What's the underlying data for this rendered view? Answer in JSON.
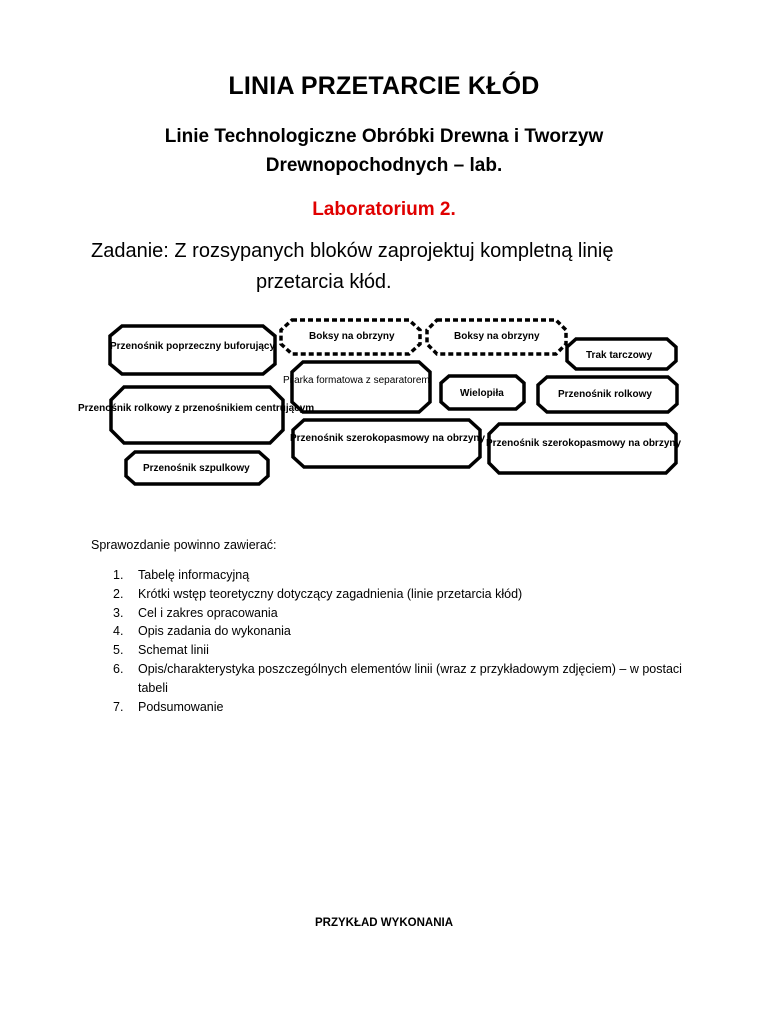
{
  "header": {
    "title": "LINIA PRZETARCIE KŁÓD",
    "subtitle": "Linie Technologiczne Obróbki Drewna i Tworzyw Drewnopochodnych – lab.",
    "lab": "Laboratorium 2."
  },
  "task": {
    "line1": "Zadanie: Z rozsypanych bloków zaprojektuj kompletną linię",
    "line2": "przetarcia kłód."
  },
  "diagram": {
    "blocks": [
      {
        "label": "Przenośnik poprzeczny buforujący"
      },
      {
        "label": "Boksy na obrzyny"
      },
      {
        "label": "Boksy na obrzyny"
      },
      {
        "label": "Trak tarczowy"
      },
      {
        "label": "Pilarka formatowa z separatorem"
      },
      {
        "label": "Wielopiła"
      },
      {
        "label": "Przenośnik rolkowy"
      },
      {
        "label": "Przenośnik rolkowy z przenośnikiem centrującym"
      },
      {
        "label": "Przenośnik szerokopasmowy na obrzyny"
      },
      {
        "label": "Przenośnik szerokopasmowy na obrzyny"
      },
      {
        "label": "Przenośnik szpulkowy"
      }
    ]
  },
  "report": {
    "intro": "Sprawozdanie powinno zawierać:",
    "items": [
      {
        "num": "1.",
        "text": "Tabelę informacyjną"
      },
      {
        "num": "2.",
        "text": "Krótki wstęp teoretyczny dotyczący zagadnienia (linie przetarcia kłód)"
      },
      {
        "num": "3.",
        "text": "Cel i zakres opracowania"
      },
      {
        "num": "4.",
        "text": "Opis zadania do wykonania"
      },
      {
        "num": "5.",
        "text": "Schemat linii"
      },
      {
        "num": "6.",
        "text": "Opis/charakterystyka poszczególnych elementów linii (wraz z przykładowym zdjęciem) – w postaci tabeli"
      },
      {
        "num": "7.",
        "text": "Podsumowanie"
      }
    ]
  },
  "footer": {
    "example": "PRZYKŁAD WYKONANIA"
  }
}
